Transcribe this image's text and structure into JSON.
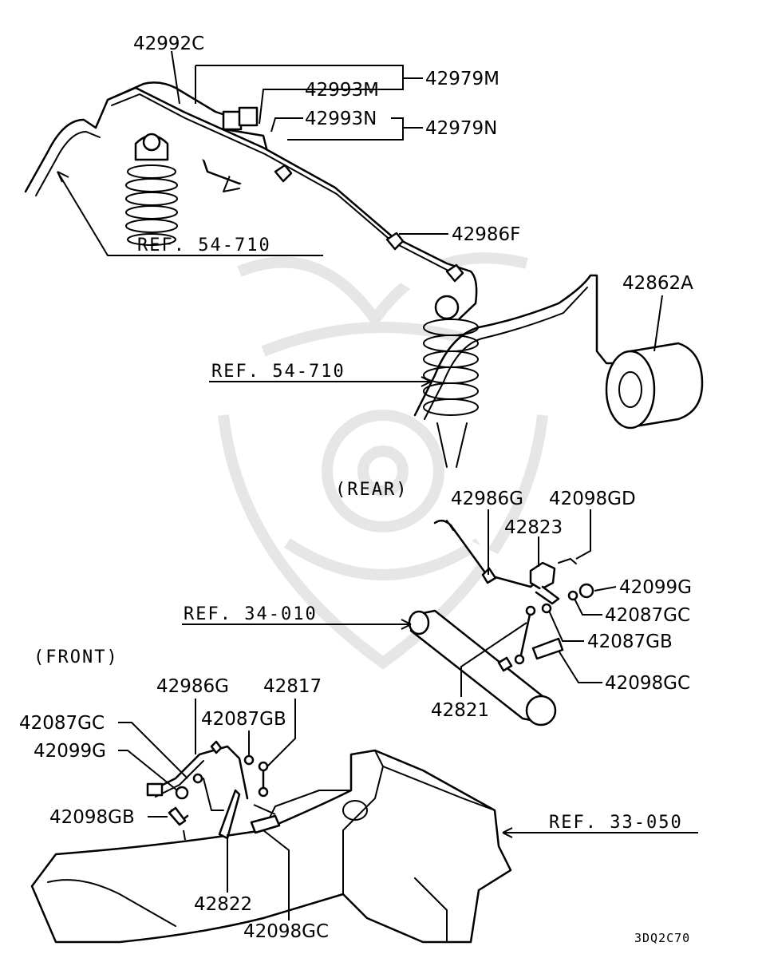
{
  "labels": {
    "p42992C": "42992C",
    "p42979M": "42979M",
    "p42993M": "42993M",
    "p42993N": "42993N",
    "p42979N": "42979N",
    "p42986F": "42986F",
    "p42862A": "42862A",
    "p42986G_rear": "42986G",
    "p42098GD": "42098GD",
    "p42823": "42823",
    "p42099G_rear": "42099G",
    "p42087GC_rear": "42087GC",
    "p42087GB_rear": "42087GB",
    "p42098GC_rear": "42098GC",
    "p42821": "42821",
    "p42986G_front": "42986G",
    "p42817": "42817",
    "p42087GC_front": "42087GC",
    "p42087GB_front": "42087GB",
    "p42099G_front": "42099G",
    "p42098GB_front": "42098GB",
    "p42822": "42822",
    "p42098GC_front": "42098GC"
  },
  "refs": {
    "ref54_top": "REF. 54-710",
    "ref54_mid": "REF. 54-710",
    "ref34": "REF. 34-010",
    "ref33": "REF. 33-050"
  },
  "sections": {
    "rear": "(REAR)",
    "front": "(FRONT)"
  },
  "diagram_code": "3DQ2C70"
}
